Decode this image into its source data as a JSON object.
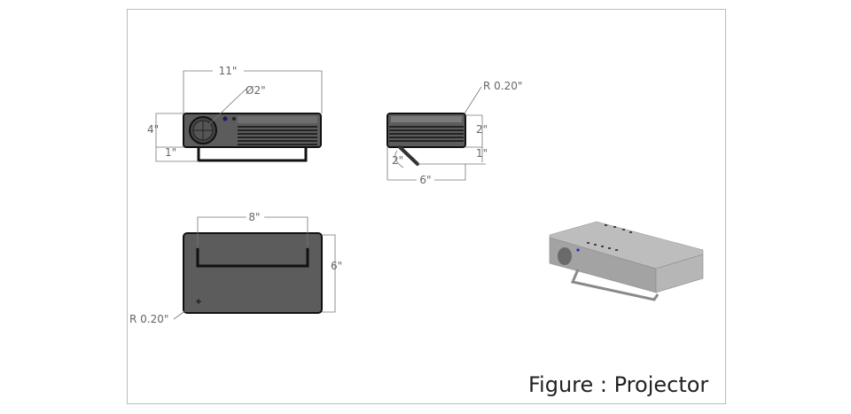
{
  "caption": "Figure : Projector",
  "front_view": {
    "width_label": "11\"",
    "lens_label": "Ø2\"",
    "height_label": "4\"",
    "stand_label": "1\""
  },
  "side_view": {
    "radius_label": "R 0.20\"",
    "body_label": "2\"",
    "stand_label": "1\"",
    "leg_label": "2\"",
    "depth_label": "6\""
  },
  "top_view": {
    "handle_label": "8\"",
    "depth_label": "6\"",
    "radius_label": "R 0.20\""
  },
  "colors": {
    "body_dark": "#5c5c5c",
    "outline": "#111111",
    "iso_body": "#a9a9a9",
    "indicator": "#2233cc"
  }
}
